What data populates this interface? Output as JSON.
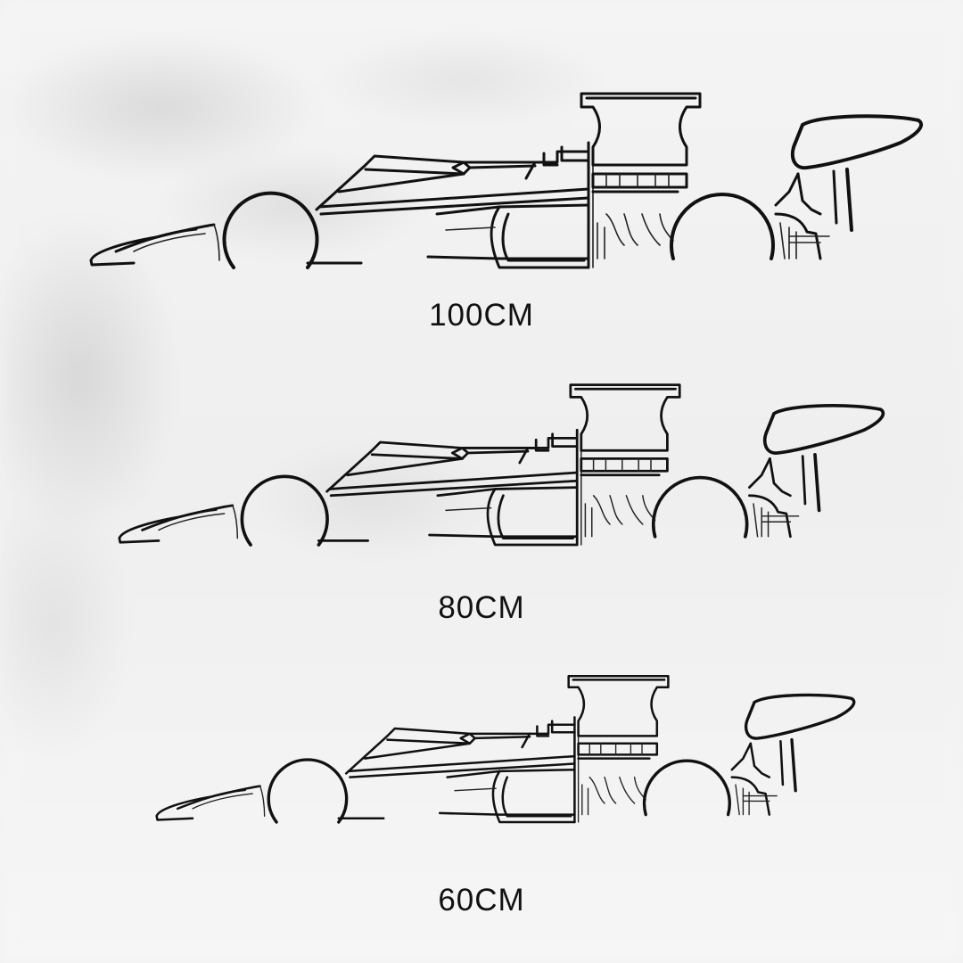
{
  "sizes": [
    {
      "label": "100CM"
    },
    {
      "label": "80CM"
    },
    {
      "label": "60CM"
    }
  ],
  "colors": {
    "line": "#111111",
    "background": "#f2f2f2"
  }
}
